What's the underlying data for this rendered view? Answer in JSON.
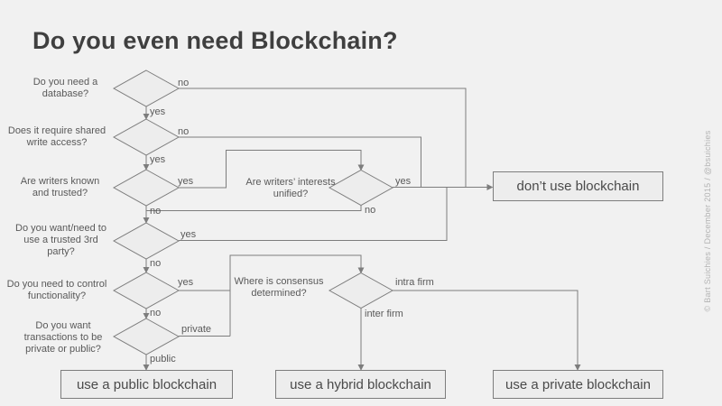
{
  "title": "Do you even need Blockchain?",
  "watermark": "© Bart Suichies / December 2015 / @bsuichies",
  "colors": {
    "background": "#f1f1f1",
    "shape_fill": "#ededed",
    "stroke": "#7d7d7d",
    "text": "#595959",
    "title_text": "#3f3f3f",
    "watermark_text": "#b3b3b3"
  },
  "decisions": {
    "database": {
      "question": "Do you need a database?"
    },
    "shared_write": {
      "question": "Does it require shared write access?"
    },
    "writers_known": {
      "question": "Are writers known and trusted?"
    },
    "interests_unified": {
      "question": "Are writers’ interests unified?"
    },
    "trusted_third_party": {
      "question": "Do you want/need to use a trusted 3rd party?"
    },
    "control_functionality": {
      "question": "Do you need to control functionality?"
    },
    "private_or_public": {
      "question": "Do you want transactions to be private or public?"
    },
    "consensus": {
      "question": "Where is consensus determined?"
    }
  },
  "edge_labels": {
    "database_no": "no",
    "database_yes": "yes",
    "shared_write_no": "no",
    "shared_write_yes": "yes",
    "writers_known_yes": "yes",
    "writers_known_no": "no",
    "interests_yes": "yes",
    "interests_no": "no",
    "third_party_yes": "yes",
    "third_party_no": "no",
    "control_yes": "yes",
    "control_no": "no",
    "txn_private": "private",
    "txn_public": "public",
    "consensus_intra": "intra firm",
    "consensus_inter": "inter firm"
  },
  "outcomes": {
    "dont": "don’t use blockchain",
    "public": "use a public blockchain",
    "hybrid": "use a hybrid blockchain",
    "private": "use a private blockchain"
  }
}
